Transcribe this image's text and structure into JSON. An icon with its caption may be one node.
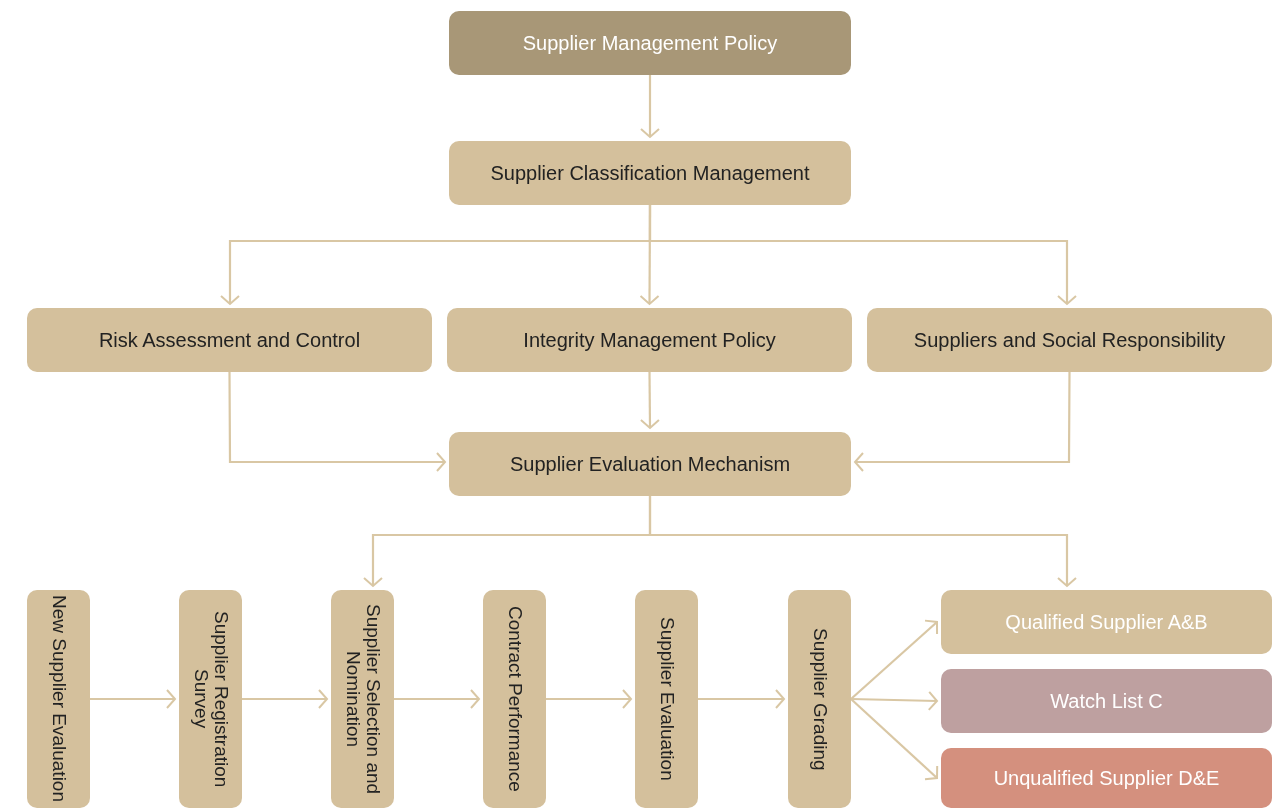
{
  "diagram": {
    "nodes": [
      {
        "text": [
          "Supplier Management Policy"
        ]
      },
      {
        "text": [
          "Supplier Classification Management"
        ]
      },
      {
        "text": [
          "Risk Assessment and Control"
        ]
      },
      {
        "text": [
          "Integrity Management Policy"
        ]
      },
      {
        "text": [
          "Suppliers and Social Responsibility"
        ]
      },
      {
        "text": [
          "Supplier Evaluation Mechanism"
        ]
      },
      {
        "text": [
          "New Supplier Evaluation"
        ]
      },
      {
        "text": [
          "Supplier Registration Survey"
        ]
      },
      {
        "text": [
          "Supplier Selection and Nomination"
        ]
      },
      {
        "text": [
          "Contract Performance"
        ]
      },
      {
        "text": [
          "Supplier Evaluation"
        ]
      },
      {
        "text": [
          "Supplier Grading"
        ]
      },
      {
        "text": [
          "Qualified Supplier A&B"
        ]
      },
      {
        "text": [
          "Watch List C"
        ]
      },
      {
        "text": [
          "Unqualified Supplier D&E"
        ]
      }
    ],
    "edges": [
      {
        "from": 0,
        "to": 1,
        "arrow": "to"
      },
      {
        "from": 1,
        "to": 2,
        "arrow": "to"
      },
      {
        "from": 1,
        "to": 3,
        "arrow": "to"
      },
      {
        "from": 1,
        "to": 4,
        "arrow": "to"
      },
      {
        "from": 2,
        "to": 5,
        "arrow": "to"
      },
      {
        "from": 3,
        "to": 5,
        "arrow": "to"
      },
      {
        "from": 4,
        "to": 5,
        "arrow": "to"
      },
      {
        "from": 5,
        "to": 8,
        "arrow": "to"
      },
      {
        "from": 5,
        "to": 12,
        "arrow": "to"
      },
      {
        "from": 6,
        "to": 7,
        "arrow": "to"
      },
      {
        "from": 7,
        "to": 8,
        "arrow": "to"
      },
      {
        "from": 8,
        "to": 9,
        "arrow": "to"
      },
      {
        "from": 9,
        "to": 10,
        "arrow": "to"
      },
      {
        "from": 10,
        "to": 11,
        "arrow": "to"
      },
      {
        "from": 11,
        "to": 12,
        "arrow": "to"
      },
      {
        "from": 11,
        "to": 13,
        "arrow": "to"
      },
      {
        "from": 11,
        "to": 14,
        "arrow": "to"
      }
    ]
  }
}
